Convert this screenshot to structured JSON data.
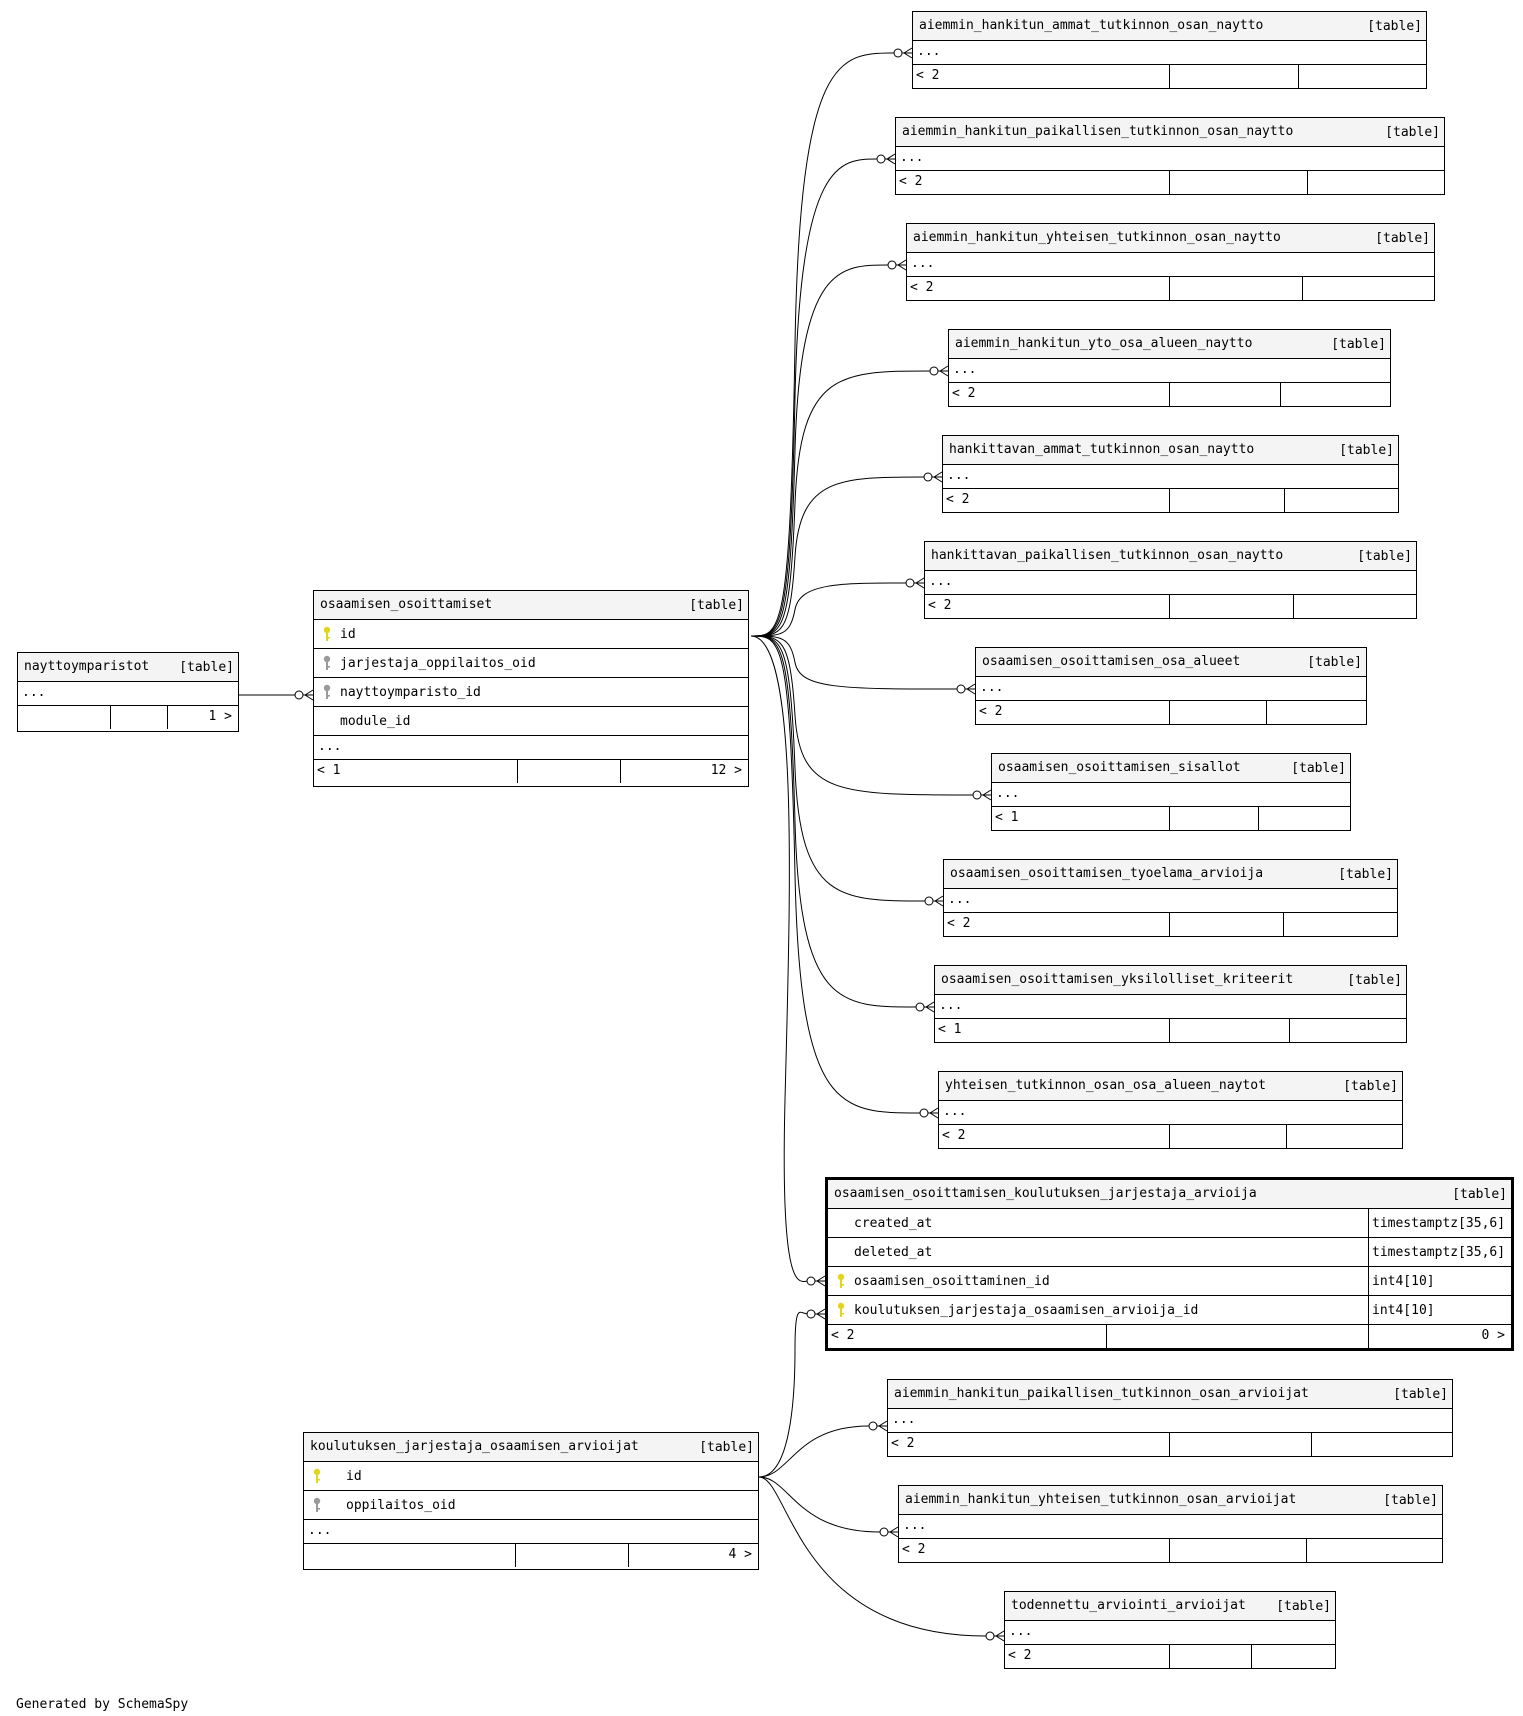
{
  "credit": "Generated by SchemaSpy",
  "kind_label": "[table]",
  "ellipsis": "...",
  "colors": {
    "pk_key": "#e3d51b",
    "fk_key": "#9a9a9a",
    "header_bg": "#f4f4f4"
  },
  "tables": {
    "nayttoymparistot": {
      "name": "nayttoymparistot",
      "foot_right": "1 >"
    },
    "osaamisen_osoittamiset": {
      "name": "osaamisen_osoittamiset",
      "columns": [
        {
          "name": "id",
          "key": "pk"
        },
        {
          "name": "jarjestaja_oppilaitos_oid",
          "key": "fk"
        },
        {
          "name": "nayttoymparisto_id",
          "key": "fk"
        },
        {
          "name": "module_id",
          "key": ""
        }
      ],
      "foot_left": "< 1",
      "foot_right": "12 >"
    },
    "t1": {
      "name": "aiemmin_hankitun_ammat_tutkinnon_osan_naytto",
      "foot_left": "< 2"
    },
    "t2": {
      "name": "aiemmin_hankitun_paikallisen_tutkinnon_osan_naytto",
      "foot_left": "< 2"
    },
    "t3": {
      "name": "aiemmin_hankitun_yhteisen_tutkinnon_osan_naytto",
      "foot_left": "< 2"
    },
    "t4": {
      "name": "aiemmin_hankitun_yto_osa_alueen_naytto",
      "foot_left": "< 2"
    },
    "t5": {
      "name": "hankittavan_ammat_tutkinnon_osan_naytto",
      "foot_left": "< 2"
    },
    "t6": {
      "name": "hankittavan_paikallisen_tutkinnon_osan_naytto",
      "foot_left": "< 2"
    },
    "t7": {
      "name": "osaamisen_osoittamisen_osa_alueet",
      "foot_left": "< 2"
    },
    "t8": {
      "name": "osaamisen_osoittamisen_sisallot",
      "foot_left": "< 1"
    },
    "t9": {
      "name": "osaamisen_osoittamisen_tyoelama_arvioija",
      "foot_left": "< 2"
    },
    "t10": {
      "name": "osaamisen_osoittamisen_yksilolliset_kriteerit",
      "foot_left": "< 1"
    },
    "t11": {
      "name": "yhteisen_tutkinnon_osan_osa_alueen_naytot",
      "foot_left": "< 2"
    },
    "focus": {
      "name": "osaamisen_osoittamisen_koulutuksen_jarjestaja_arvioija",
      "columns": [
        {
          "name": "created_at",
          "type": "timestamptz[35,6]",
          "key": ""
        },
        {
          "name": "deleted_at",
          "type": "timestamptz[35,6]",
          "key": ""
        },
        {
          "name": "osaamisen_osoittaminen_id",
          "type": "int4[10]",
          "key": "pk"
        },
        {
          "name": "koulutuksen_jarjestaja_osaamisen_arvioija_id",
          "type": "int4[10]",
          "key": "pk"
        }
      ],
      "foot_left": "< 2",
      "foot_right": "0 >"
    },
    "koulutuksen": {
      "name": "koulutuksen_jarjestaja_osaamisen_arvioijat",
      "columns": [
        {
          "name": "id",
          "key": "pk"
        },
        {
          "name": "oppilaitos_oid",
          "key": "fk"
        }
      ],
      "foot_right": "4 >"
    },
    "b1": {
      "name": "aiemmin_hankitun_paikallisen_tutkinnon_osan_arvioijat",
      "foot_left": "< 2"
    },
    "b2": {
      "name": "aiemmin_hankitun_yhteisen_tutkinnon_osan_arvioijat",
      "foot_left": "< 2"
    },
    "b3": {
      "name": "todennettu_arviointi_arvioijat",
      "foot_left": "< 2"
    }
  }
}
